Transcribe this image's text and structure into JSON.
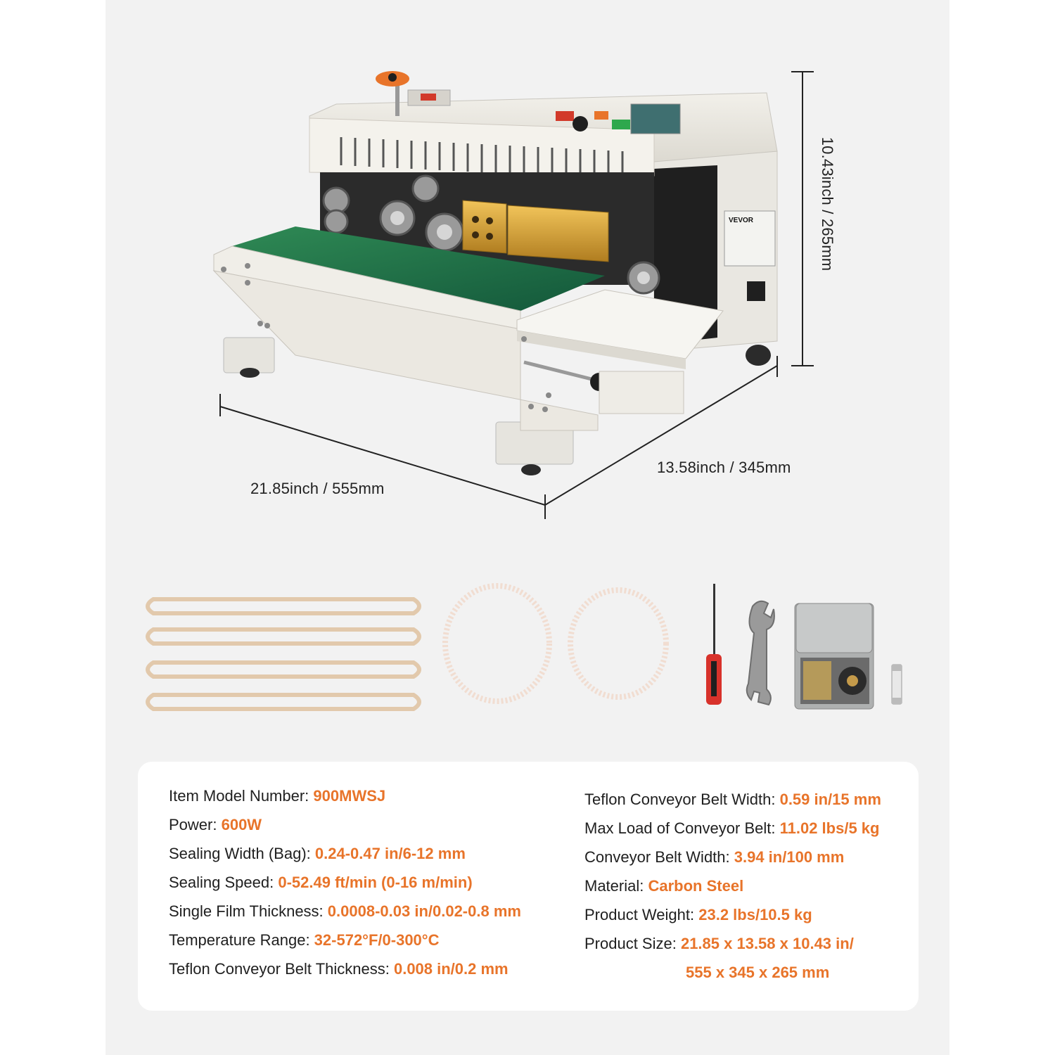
{
  "colors": {
    "accent": "#e8742a",
    "text": "#1f1f1f",
    "panel_bg": "#f2f2f2",
    "card_bg": "#ffffff"
  },
  "product_image": {
    "brand_label": "VEVOR"
  },
  "dimensions": {
    "length": "21.85inch / 555mm",
    "depth": "13.58inch / 345mm",
    "height": "10.43inch / 265mm"
  },
  "accessories": [
    {
      "icon": "heating-band-icon",
      "count": 4
    },
    {
      "icon": "timing-belt-icon",
      "count": 2
    },
    {
      "icon": "screwdriver-icon",
      "count": 1
    },
    {
      "icon": "wrench-icon",
      "count": 1
    },
    {
      "icon": "type-character-box-icon",
      "count": 1
    },
    {
      "icon": "fuse-icon",
      "count": 1
    }
  ],
  "specs": {
    "left": [
      {
        "label": "Item Model Number: ",
        "value": "900MWSJ"
      },
      {
        "label": "Power: ",
        "value": "600W"
      },
      {
        "label": "Sealing Width (Bag): ",
        "value": "0.24-0.47 in/6-12 mm"
      },
      {
        "label": "Sealing Speed: ",
        "value": "0-52.49 ft/min (0-16 m/min)"
      },
      {
        "label": "Single Film Thickness: ",
        "value": "0.0008-0.03 in/0.02-0.8 mm"
      },
      {
        "label": "Temperature Range: ",
        "value": "32-572°F/0-300°C"
      },
      {
        "label": "Teflon Conveyor Belt Thickness: ",
        "value": "0.008 in/0.2 mm"
      }
    ],
    "right": [
      {
        "label": "Teflon Conveyor Belt Width: ",
        "value": "0.59 in/15 mm"
      },
      {
        "label": "Max Load of Conveyor Belt: ",
        "value": "11.02 lbs/5 kg"
      },
      {
        "label": "Conveyor Belt Width: ",
        "value": "3.94 in/100 mm"
      },
      {
        "label": "Material: ",
        "value": "Carbon Steel"
      },
      {
        "label": "Product Weight: ",
        "value": "23.2 lbs/10.5 kg"
      },
      {
        "label": "Product Size: ",
        "value": "21.85 x 13.58 x 10.43 in/"
      },
      {
        "label": "",
        "value": "555 x 345 x 265 mm"
      }
    ]
  }
}
